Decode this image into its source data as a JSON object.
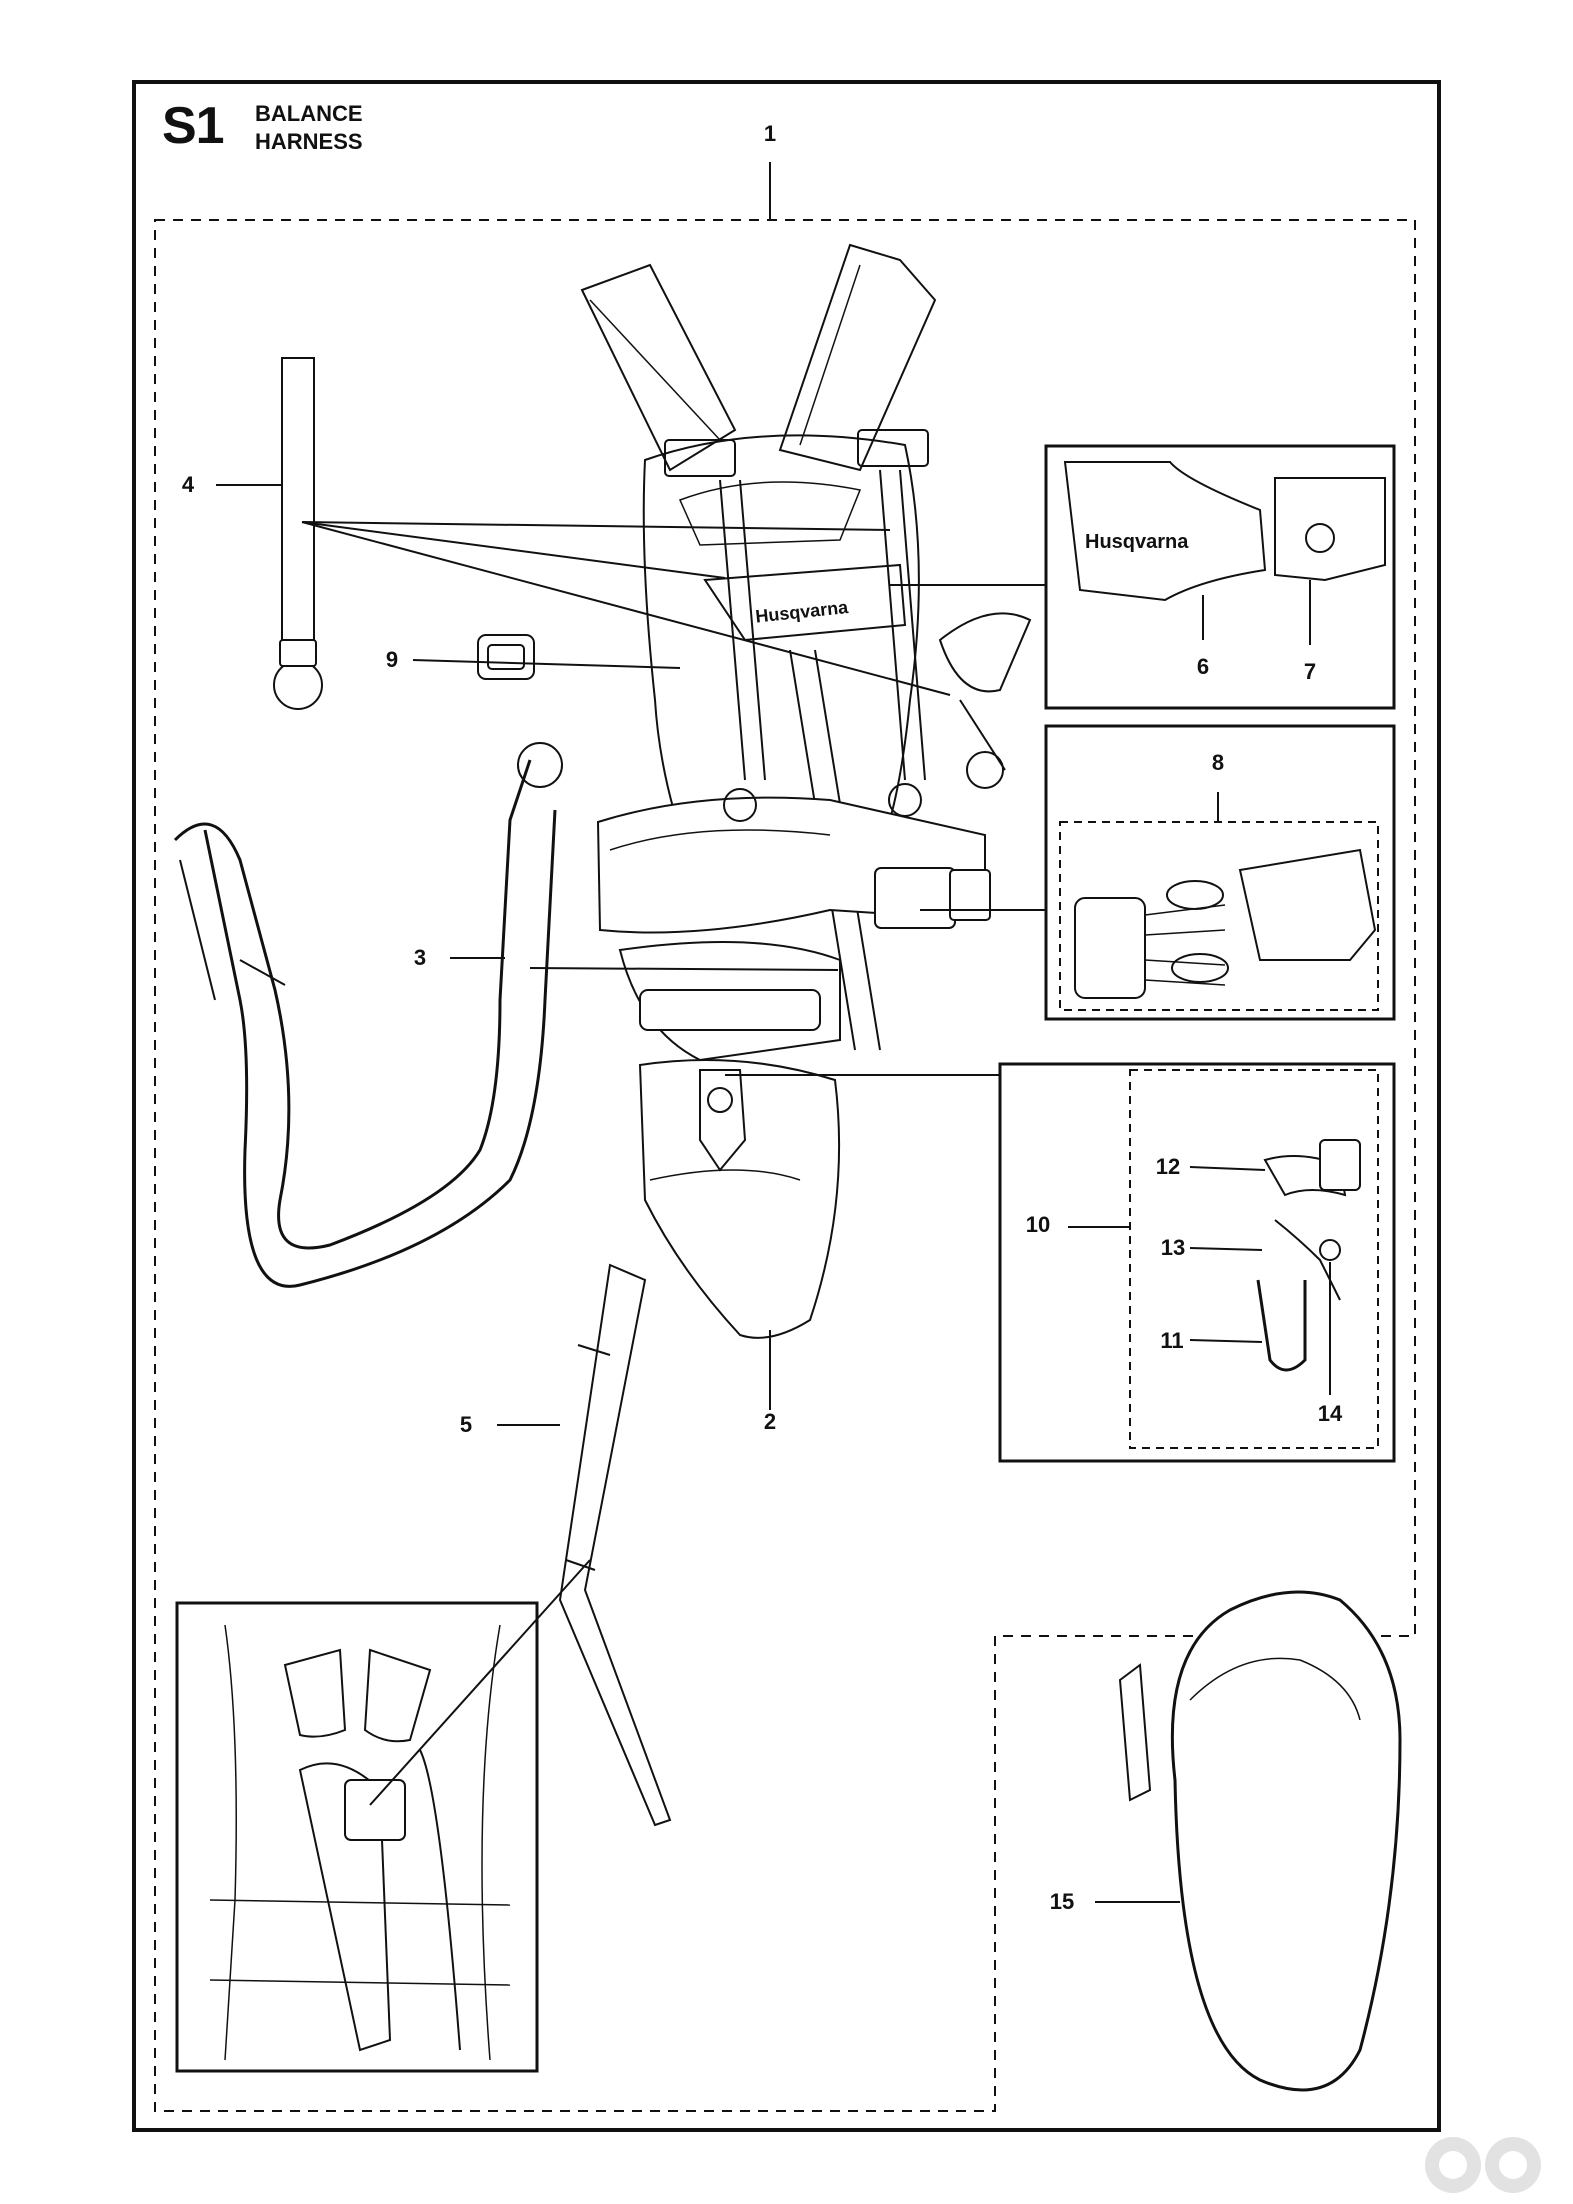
{
  "header": {
    "code": "S1",
    "title_line1": "BALANCE",
    "title_line2": "HARNESS"
  },
  "brand_text": "Husqvarna",
  "callouts": {
    "c1": "1",
    "c2": "2",
    "c3": "3",
    "c4": "4",
    "c5": "5",
    "c6": "6",
    "c7": "7",
    "c8": "8",
    "c9": "9",
    "c10": "10",
    "c11": "11",
    "c12": "12",
    "c13": "13",
    "c14": "14",
    "c15": "15"
  }
}
